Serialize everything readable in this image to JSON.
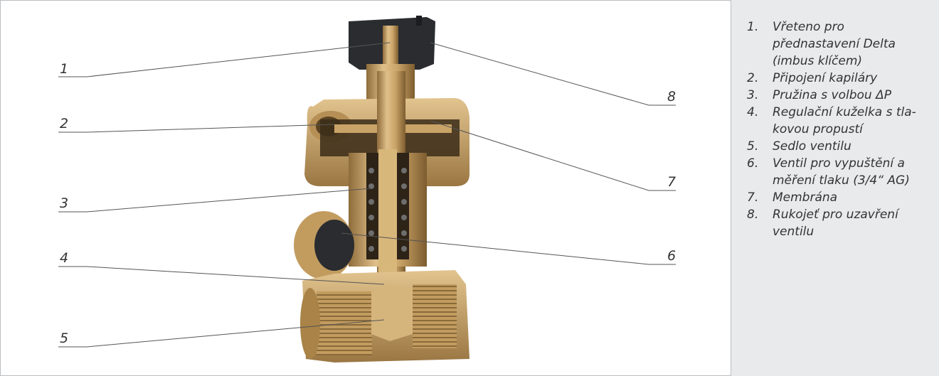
{
  "labels": [
    "1",
    "2",
    "3",
    "4",
    "5",
    "8",
    "7",
    "6"
  ],
  "legend": [
    {
      "n": "1.",
      "text": "Vřeteno pro přednastavení Delta (imbus klíčem)"
    },
    {
      "n": "2.",
      "text": "Připojení kapiláry"
    },
    {
      "n": "3.",
      "text": "Pružina s volbou ΔP"
    },
    {
      "n": "4.",
      "text": "Regulační kuželka s tla-kovou propustí"
    },
    {
      "n": "5.",
      "text": "Sedlo ventilu"
    },
    {
      "n": "6.",
      "text": "Ventil pro vypuštění a měření tlaku (3/4“ AG)"
    },
    {
      "n": "7.",
      "text": "Membrána"
    },
    {
      "n": "8.",
      "text": "Rukojeť pro uzavření ventilu"
    }
  ],
  "colors": {
    "brass": "#c9a367",
    "brass_dark": "#8a6a3a",
    "handle": "#2a2c30",
    "line": "#555",
    "panel": "#e8eaeb"
  }
}
